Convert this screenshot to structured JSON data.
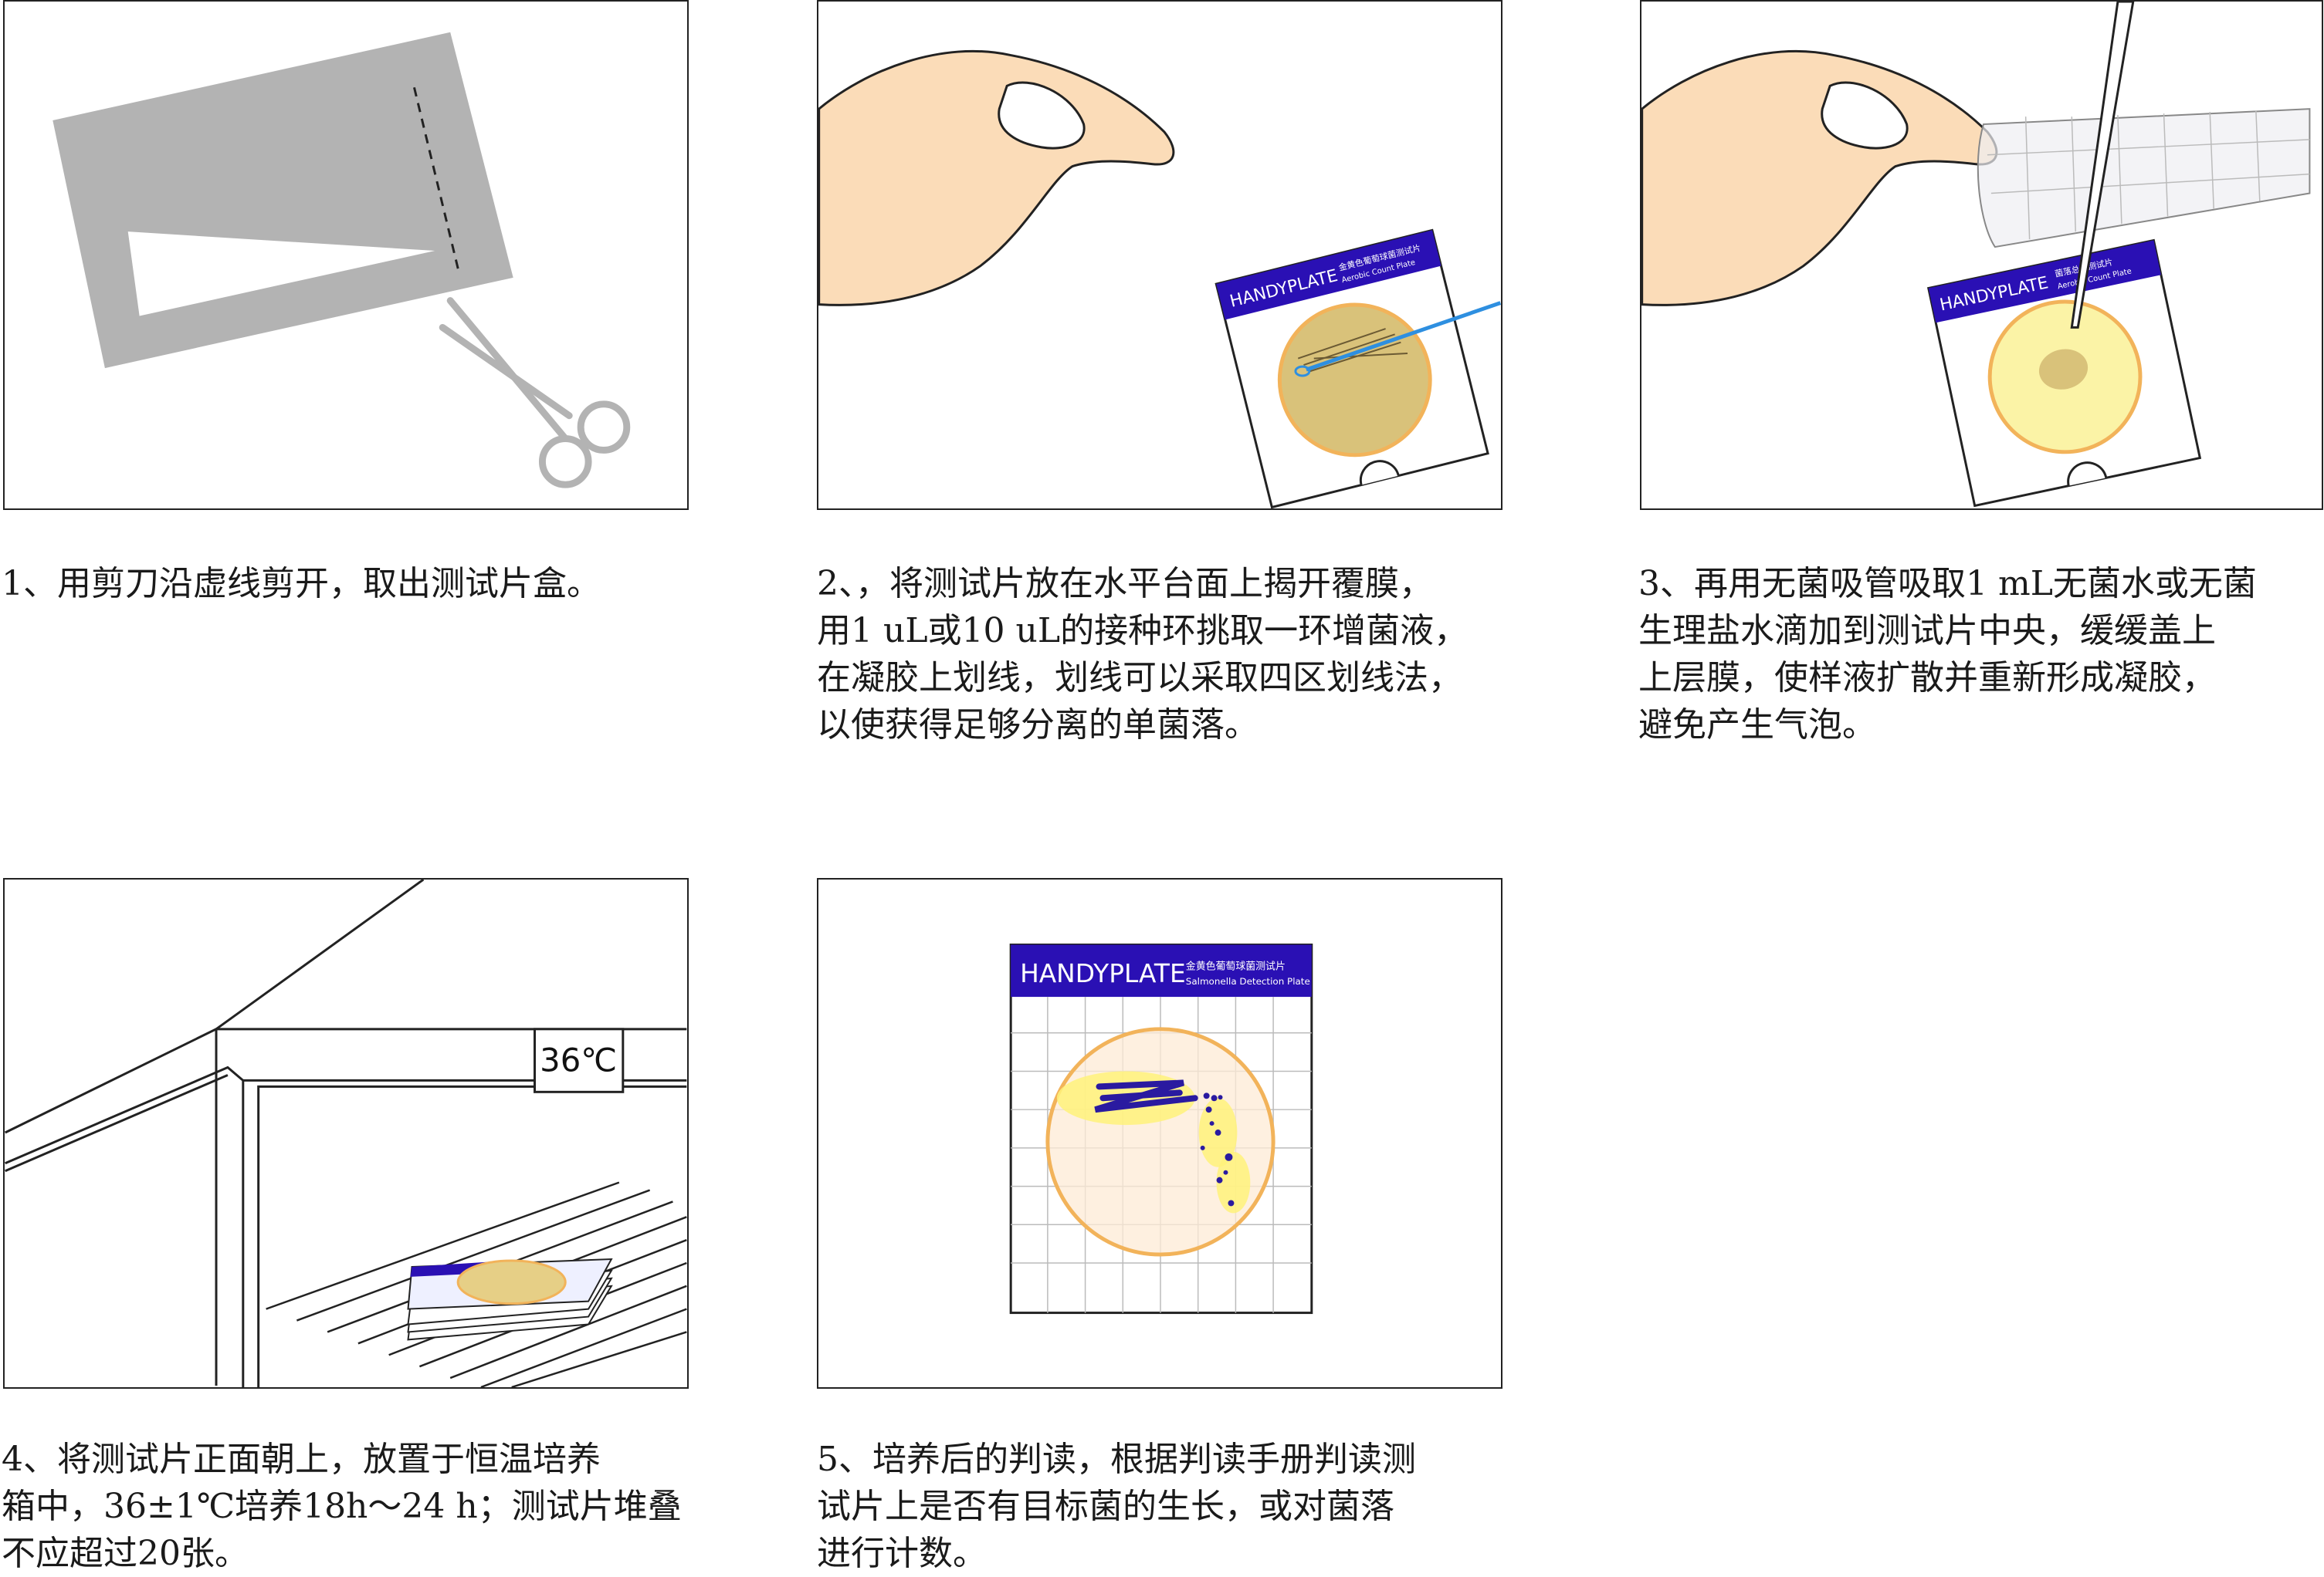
{
  "steps": [
    {
      "caption": "1、用剪刀沿虚线剪开，取出测试片盒。"
    },
    {
      "caption": "2、，将测试片放在水平台面上揭开覆膜，\n用1 uL或10 uL的接种环挑取一环增菌液，\n在凝胶上划线，划线可以采取四区划线法，\n以使获得足够分离的单菌落。"
    },
    {
      "caption": "3、再用无菌吸管吸取1 mL无菌水或无菌\n生理盐水滴加到测试片中央，缓缓盖上\n上层膜，使样液扩散并重新形成凝胶，\n避免产生气泡。"
    },
    {
      "caption": "4、将测试片正面朝上，放置于恒温培养\n箱中，36±1℃培养18h～24 h；测试片堆叠\n不应超过20张。"
    },
    {
      "caption": "5、培养后的判读，根据判读手册判读测\n试片上是否有目标菌的生长，或对菌落\n进行计数。"
    }
  ],
  "plates": {
    "aerobic": {
      "brand": "HANDYPLATE",
      "cn_name": "金黄色葡萄球菌测试片",
      "en_name": "Aerobic Count Plate"
    },
    "aerobic_small": {
      "brand": "HANDYPLATE",
      "cn_name": "菌落总数测试片",
      "en_name": "Aerobic Count Plate"
    },
    "salmonella": {
      "brand": "HANDYPLATE",
      "cn_name": "金黄色葡萄球菌测试片",
      "en_name": "Salmonella Detection Plate"
    }
  },
  "incubator": {
    "temperature": "36℃"
  },
  "colors": {
    "plate_header": "#2a10b4",
    "gel_gold": "#d9c27a",
    "gel_yellow": "#fbf3a6",
    "gel_peach": "#fdebd6",
    "ring_orange": "#f2b35a",
    "skin": "#fbdcb8",
    "bag_gray": "#b3b3b3",
    "loop_blue": "#2e8fe0",
    "colony_navy": "#2a1aa0"
  }
}
